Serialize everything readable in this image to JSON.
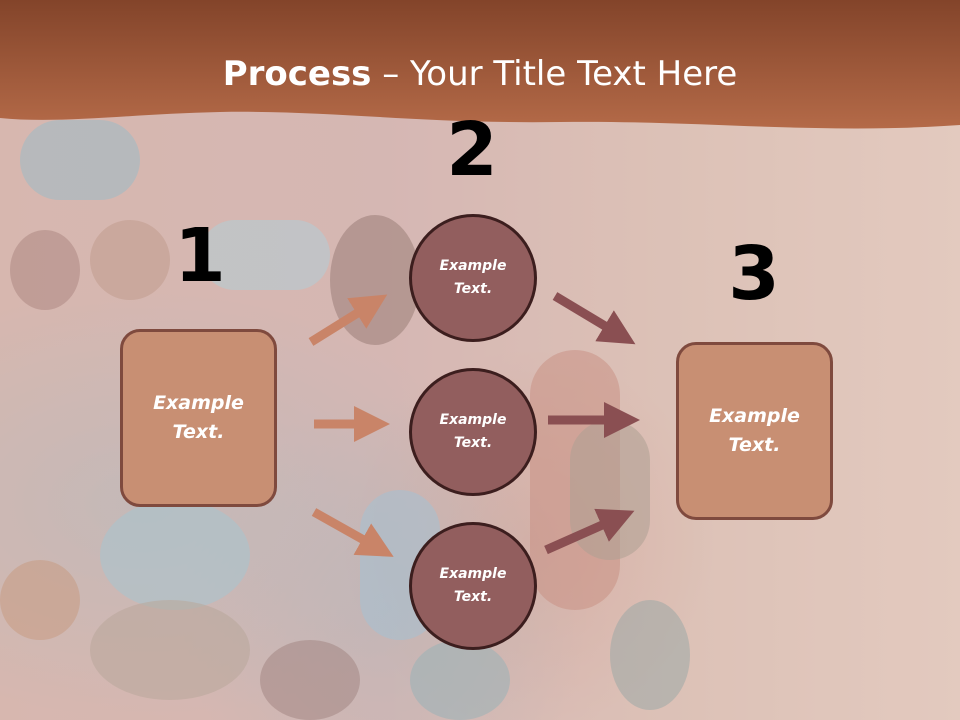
{
  "title": {
    "bold": "Process",
    "rest": " – Your Title Text Here"
  },
  "steps": [
    {
      "number": "1",
      "text": "Example Text."
    },
    {
      "number": "2",
      "text": ""
    },
    {
      "number": "3",
      "text": "Example Text."
    }
  ],
  "circles": [
    {
      "text": "Example Text."
    },
    {
      "text": "Example Text."
    },
    {
      "text": "Example Text."
    }
  ],
  "colors": {
    "header": "#9a5234",
    "box_fill": "#c88f73",
    "circle_fill": "#925e5e",
    "arrow_left": "#c98468",
    "arrow_right": "#8a4f52"
  }
}
